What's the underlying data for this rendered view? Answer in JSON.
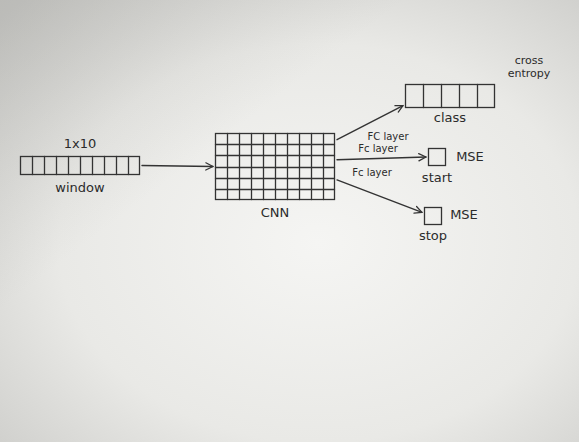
{
  "diagram": {
    "nodes": [
      {
        "text": [
          "1x10",
          "window"
        ]
      },
      {
        "text": [
          "CNN"
        ]
      },
      {
        "text": [
          "class",
          "cross entropy"
        ]
      },
      {
        "text": [
          "start",
          "MSE"
        ]
      },
      {
        "text": [
          "stop",
          "MSE"
        ]
      }
    ],
    "edges": [
      {
        "from": 0,
        "to": 1,
        "arrow": "to"
      },
      {
        "from": 1,
        "to": 2,
        "arrow": "to",
        "label": "FC layer"
      },
      {
        "from": 1,
        "to": 3,
        "arrow": "to",
        "label": "Fc layer"
      },
      {
        "from": 1,
        "to": 4,
        "arrow": "to",
        "label": "Fc layer"
      }
    ]
  }
}
